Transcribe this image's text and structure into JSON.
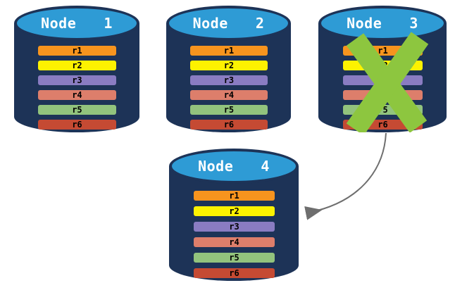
{
  "diagram": {
    "type": "database-replication-failover",
    "nodes": [
      {
        "label": "Node  1",
        "failed": false
      },
      {
        "label": "Node  2",
        "failed": false
      },
      {
        "label": "Node  3",
        "failed": true
      },
      {
        "label": "Node  4",
        "failed": false
      }
    ],
    "rows": [
      {
        "label": "r1",
        "color": "#F7941E"
      },
      {
        "label": "r2",
        "color": "#FDF200"
      },
      {
        "label": "r3",
        "color": "#8A7CC2"
      },
      {
        "label": "r4",
        "color": "#DD7E6B"
      },
      {
        "label": "r5",
        "color": "#92C37D"
      },
      {
        "label": "r6",
        "color": "#C54A33"
      }
    ],
    "colors": {
      "cylinder_body": "#1D3357",
      "cylinder_top": "#2E9BD5",
      "node_label": "#FFFFFF",
      "row_label": "#000000",
      "failure_cross": "#8DC63F",
      "arrow": "#6E6E6E",
      "background": "#FFFFFF"
    }
  }
}
